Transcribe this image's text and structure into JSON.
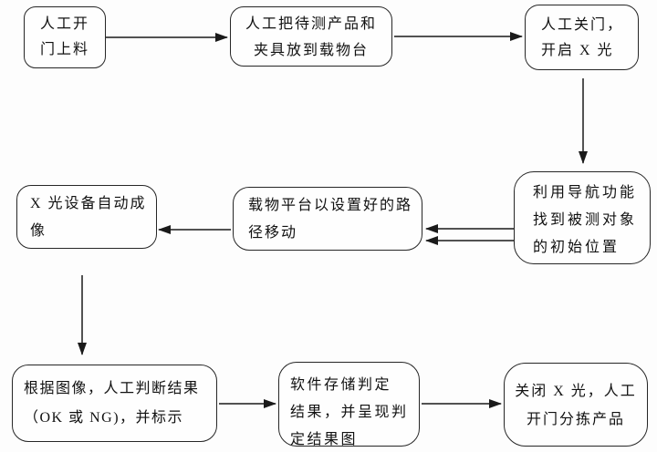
{
  "diagram": {
    "type": "flowchart",
    "description": "X-ray inspection process flowchart",
    "colors": {
      "background": "#fdfdfd",
      "box_fill": "#fefefe",
      "box_border": "#262626",
      "arrow": "#1a1a1a",
      "text": "#111111"
    },
    "nodes": {
      "manual_load": {
        "label": "人工开\n门上料"
      },
      "place_product": {
        "label": "人工把待测产品和\n夹具放到载物台"
      },
      "close_door": {
        "label": "人工关门，\n开启 X 光"
      },
      "find_position": {
        "label": "利用导航功能\n找到被测对象\n的初始位置"
      },
      "stage_move": {
        "label": "载物平台以设置好的路\n径移动"
      },
      "auto_imaging": {
        "label": "X 光设备自动成\n像"
      },
      "manual_judge": {
        "label": "根据图像，人工判断结果\n（OK 或 NG)，并标示"
      },
      "store_result": {
        "label": "软件存储判定\n结果，并呈现判\n定结果图"
      },
      "unload_sort": {
        "label": "关闭 X 光，人工\n开门分拣产品"
      }
    },
    "edges": [
      {
        "from": "manual_load",
        "to": "place_product",
        "direction": "right"
      },
      {
        "from": "place_product",
        "to": "close_door",
        "direction": "right"
      },
      {
        "from": "close_door",
        "to": "find_position",
        "direction": "down"
      },
      {
        "from": "find_position",
        "to": "stage_move",
        "direction": "left",
        "style": "double-line"
      },
      {
        "from": "stage_move",
        "to": "auto_imaging",
        "direction": "left"
      },
      {
        "from": "auto_imaging",
        "to": "manual_judge",
        "direction": "down"
      },
      {
        "from": "manual_judge",
        "to": "store_result",
        "direction": "right"
      },
      {
        "from": "store_result",
        "to": "unload_sort",
        "direction": "right"
      }
    ]
  }
}
